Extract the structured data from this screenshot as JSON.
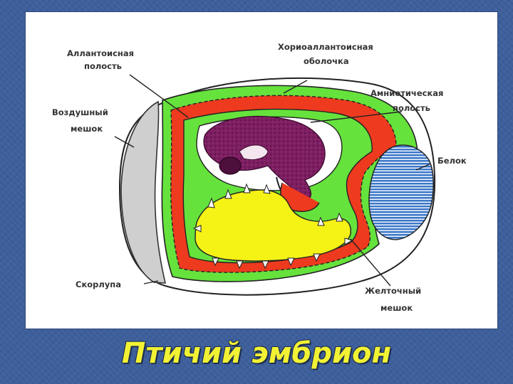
{
  "slide": {
    "title": "Птичий эмбрион"
  },
  "diagram": {
    "labels": {
      "allantoic_cavity": [
        "Аллантоисная",
        "полость"
      ],
      "chorioallantoic_membrane": [
        "Хориоаллантоисная",
        "оболочка"
      ],
      "amniotic_cavity": [
        "Амниотическая",
        "полость"
      ],
      "air_sac": [
        "Воздушный",
        "мешок"
      ],
      "albumen": [
        "Белок"
      ],
      "shell": [
        "Скорлупа"
      ],
      "yolk_sac": [
        "Желточный",
        "мешок"
      ]
    },
    "colors": {
      "allantois_red": "#ee3a1e",
      "membrane_green": "#66e23c",
      "yolk_yellow": "#f5f216",
      "embryo_purple": "#7e1f62",
      "albumen_blue": "#3c78c9",
      "air_sac_gray": "#cfcfcf"
    }
  }
}
